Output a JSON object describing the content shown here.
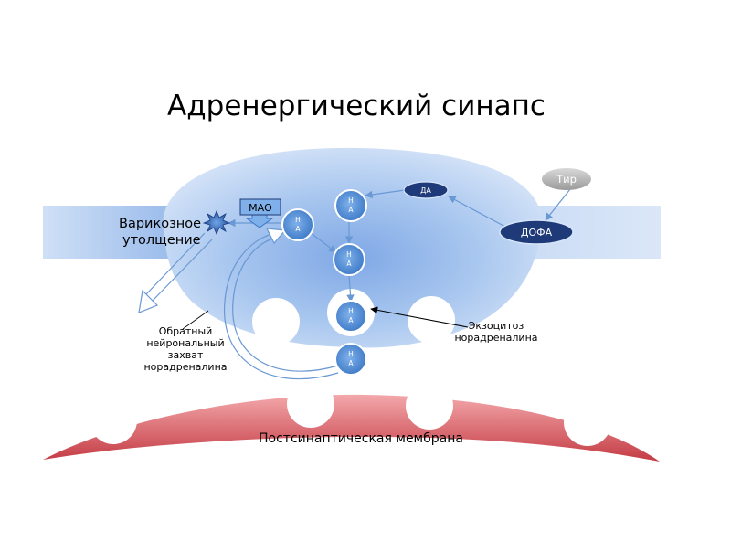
{
  "title": "Адренергический синапс",
  "labels": {
    "varicose_line1": "Варикозное",
    "varicose_line2": "утолщение",
    "reuptake_line1": "Обратный",
    "reuptake_line2": "нейрональный",
    "reuptake_line3": "захват",
    "reuptake_line4": "норадреналина",
    "exocytosis_line1": "Экзоцитоз",
    "exocytosis_line2": "норадреналина",
    "postsynaptic": "Постсинаптическая мембрана"
  },
  "nodes": {
    "tyr": "Тир",
    "dopa": "ДОФА",
    "da": "ДА",
    "mao": "МАО",
    "na_line1": "Н",
    "na_line2": "А"
  },
  "colors": {
    "terminal_blue": "#a9c7ef",
    "vesicle_blue": "#4a86d0",
    "dark_navy": "#1f3a78",
    "postsynaptic_red": "#d9535a",
    "arrow_blue": "#6a98d4",
    "tyr_gray": "#a9a9a9"
  }
}
